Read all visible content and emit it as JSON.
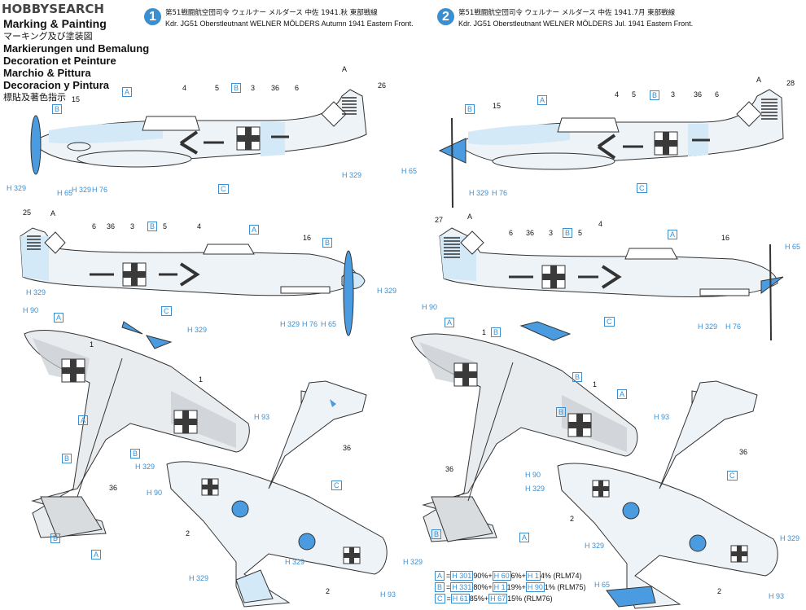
{
  "logo": {
    "text": "HOBBYSEARCH"
  },
  "header": {
    "title_en": "Marking & Painting",
    "title_jp": "マーキング及び塗装図",
    "title_de": "Markierungen und Bemalung",
    "title_fr": "Decoration et Peinture",
    "title_it": "Marchio & Pittura",
    "title_es": "Decoracion y Pintura",
    "title_cn": "標貼及著色指示"
  },
  "schemes": [
    {
      "number": "1",
      "jp": "第51戦闘航空団司令 ウェルナー メルダース 中佐 1941.秋 東部戦線",
      "en": "Kdr. JG51 Oberstleutnant WELNER MÖLDERS Autumn 1941 Eastern Front."
    },
    {
      "number": "2",
      "jp": "第51戦闘航空団司令 ウェルナー メルダース 中佐 1941.7月 東部戦線",
      "en": "Kdr. JG51 Oberstleutnant WELNER MÖLDERS Jul. 1941 Eastern Front."
    }
  ],
  "legend": [
    {
      "key": "A",
      "c1": "H 301",
      "p1": "90%",
      "c2": "H 60",
      "p2": "6%",
      "c3": "H 1",
      "p3": "4%",
      "rlm": "(RLM74)"
    },
    {
      "key": "B",
      "c1": "H 331",
      "p1": "80%",
      "c2": "H 1",
      "p2": "19%",
      "c3": "H 90",
      "p3": "1%",
      "rlm": "(RLM75)"
    },
    {
      "key": "C",
      "c1": "H 61",
      "p1": "85%",
      "c2": "H 67",
      "p2": "15%",
      "c3": "",
      "p3": "",
      "rlm": "(RLM76)"
    }
  ],
  "labels": {
    "A": "A",
    "B": "B",
    "C": "C",
    "n1": "1",
    "n2": "2",
    "n3": "3",
    "n4": "4",
    "n5": "5",
    "n6": "6",
    "n15": "15",
    "n16": "16",
    "n25": "25",
    "n26": "26",
    "n27": "27",
    "n28": "28",
    "n36": "36",
    "h329": "H 329",
    "h65": "H 65",
    "h76": "H 76",
    "h90": "H 90",
    "h93": "H 93"
  },
  "colors": {
    "accent": "#3b8fd0",
    "light_blue": "#d4e9f7",
    "prop_blue": "#4a9be0",
    "cross": "#3a3a3a",
    "line": "#333333"
  }
}
